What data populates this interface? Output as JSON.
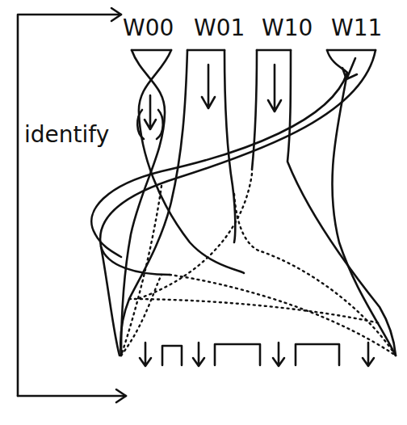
{
  "diagram": {
    "labels": [
      "W00",
      "W01",
      "W10",
      "W11",
      "identify"
    ]
  }
}
